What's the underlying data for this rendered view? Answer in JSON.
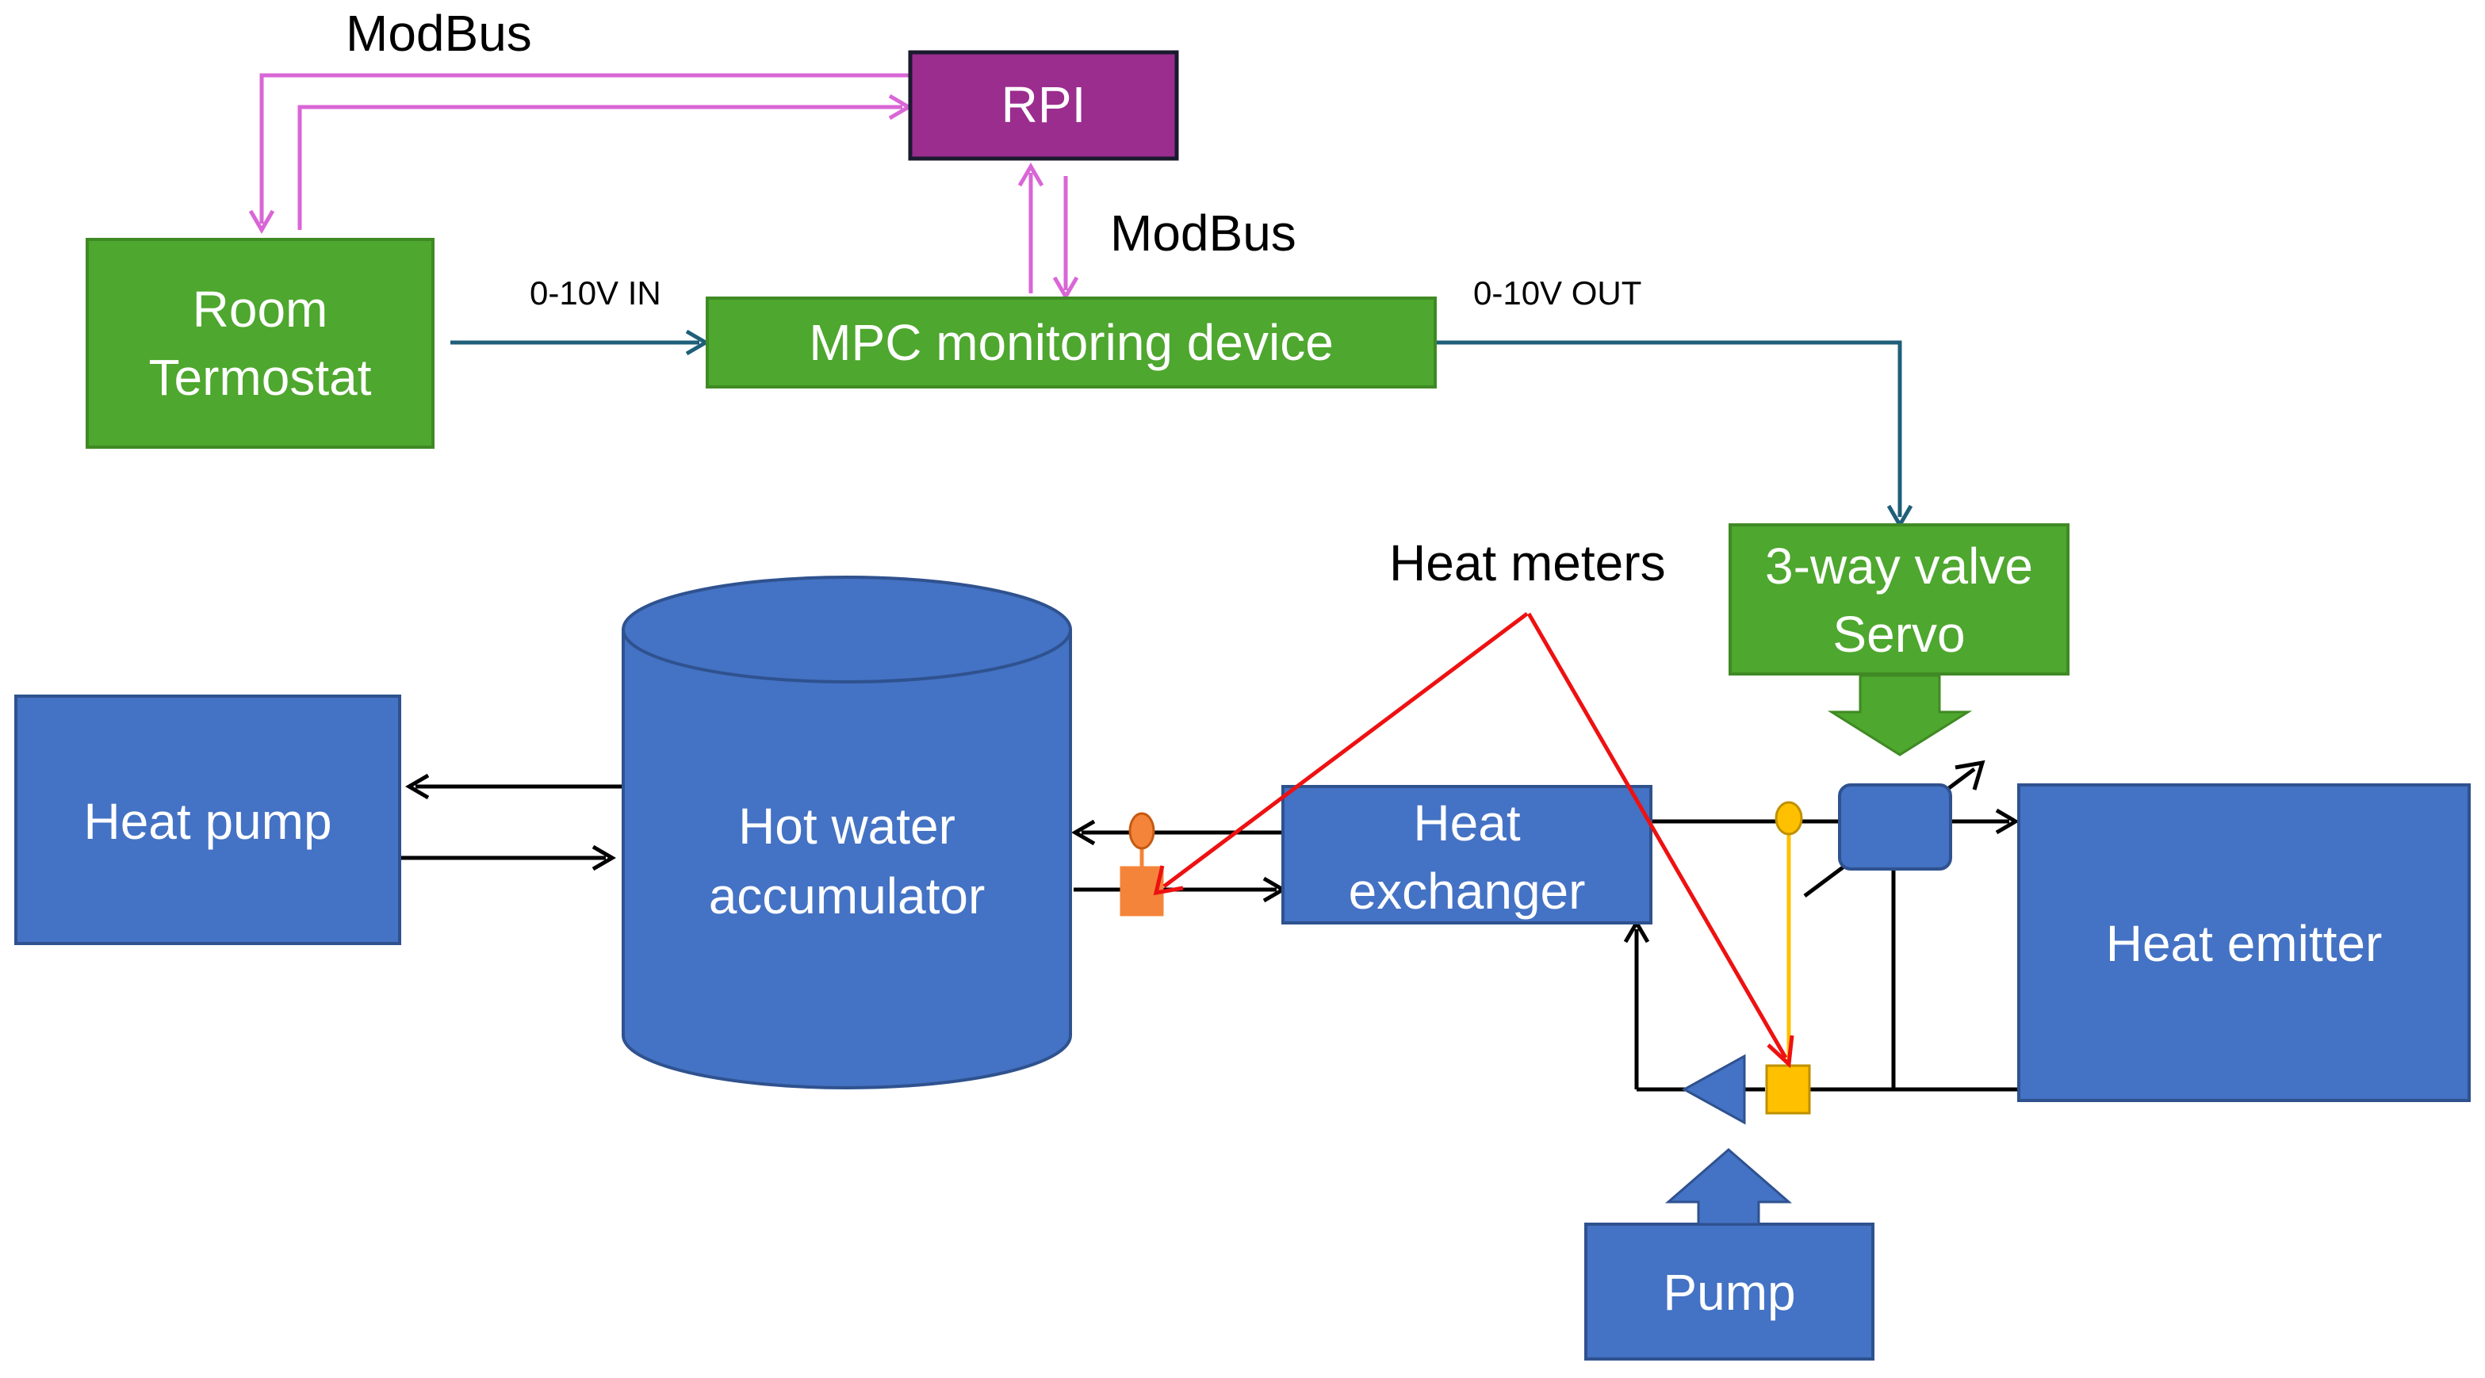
{
  "colors": {
    "block_blue": "#4472C4",
    "block_blue_border": "#2F528F",
    "control_green": "#4EA72E",
    "control_green_border": "#3F8A24",
    "rpi_purple": "#9B2D8E",
    "modbus_line": "#D966D6",
    "signal_line": "#1F5F7A",
    "heat_meter_orange": "#F4843A",
    "heat_meter_yellow": "#FFC000",
    "pointer_red": "#EE1111",
    "pipe_black": "#000000"
  },
  "labels": {
    "modbus_top": "ModBus",
    "modbus_mid": "ModBus",
    "signal_in": "0-10V IN",
    "signal_out": "0-10V OUT",
    "heat_meters": "Heat meters"
  },
  "blocks": {
    "rpi": "RPI",
    "room_thermostat": [
      "Room",
      "Termostat"
    ],
    "mpc": "MPC monitoring device",
    "valve_servo": [
      "3-way valve",
      "Servo"
    ],
    "heat_pump": "Heat pump",
    "accumulator": [
      "Hot water",
      "accumulator"
    ],
    "heat_exchanger": [
      "Heat",
      "exchanger"
    ],
    "heat_emitter": "Heat emitter",
    "pump": "Pump"
  },
  "icons": {
    "servo_arrow": "down-arrow-icon",
    "pump_arrow": "up-arrow-icon",
    "circulation_pump": "pump-triangle-icon",
    "valve": "three-way-valve-icon",
    "meter_sensor": "heat-meter-icon"
  }
}
